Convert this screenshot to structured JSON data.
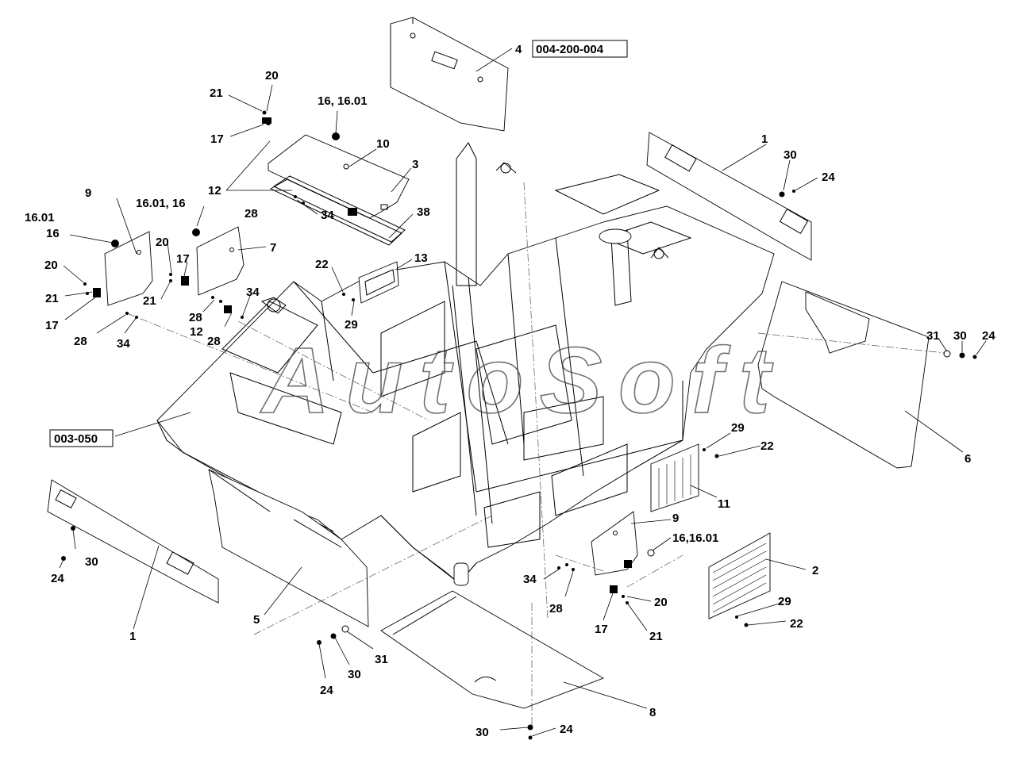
{
  "watermark": "AutoSoft",
  "refs": {
    "ref_top": "004-200-004",
    "ref_left": "003-050"
  },
  "labels": {
    "p4": "4",
    "p20a": "20",
    "p21a": "21",
    "p17a": "17",
    "p12a": "12",
    "p16a": "16, 16.01",
    "p10": "10",
    "p3": "3",
    "p34a": "34",
    "p28a": "28",
    "p38": "38",
    "p9a": "9",
    "p1601a": "16.01",
    "p16b": "16",
    "p1601b": "16.01, 16",
    "p7": "7",
    "p20b": "20",
    "p17b": "17",
    "p20c": "20",
    "p21b": "21",
    "p21c": "21",
    "p17c": "17",
    "p28b": "28",
    "p34b": "34",
    "p28c": "28",
    "p12b": "12",
    "p28d": "28",
    "p34c": "34",
    "p22a": "22",
    "p13": "13",
    "p29a": "29",
    "p1a": "1",
    "p30a": "30",
    "p24a": "24",
    "p31a": "31",
    "p30b": "30",
    "p24b": "24",
    "p6": "6",
    "p29b": "29",
    "p22b": "22",
    "p11": "11",
    "p9b": "9",
    "p1616b": "16,16.01",
    "p2": "2",
    "p34d": "34",
    "p28e": "28",
    "p20d": "20",
    "p17d": "17",
    "p21d": "21",
    "p29c": "29",
    "p22c": "22",
    "p30c": "30",
    "p24c": "24",
    "p1b": "1",
    "p5": "5",
    "p24d": "24",
    "p30d": "30",
    "p31b": "31",
    "p8": "8",
    "p30e": "30",
    "p24e": "24"
  }
}
